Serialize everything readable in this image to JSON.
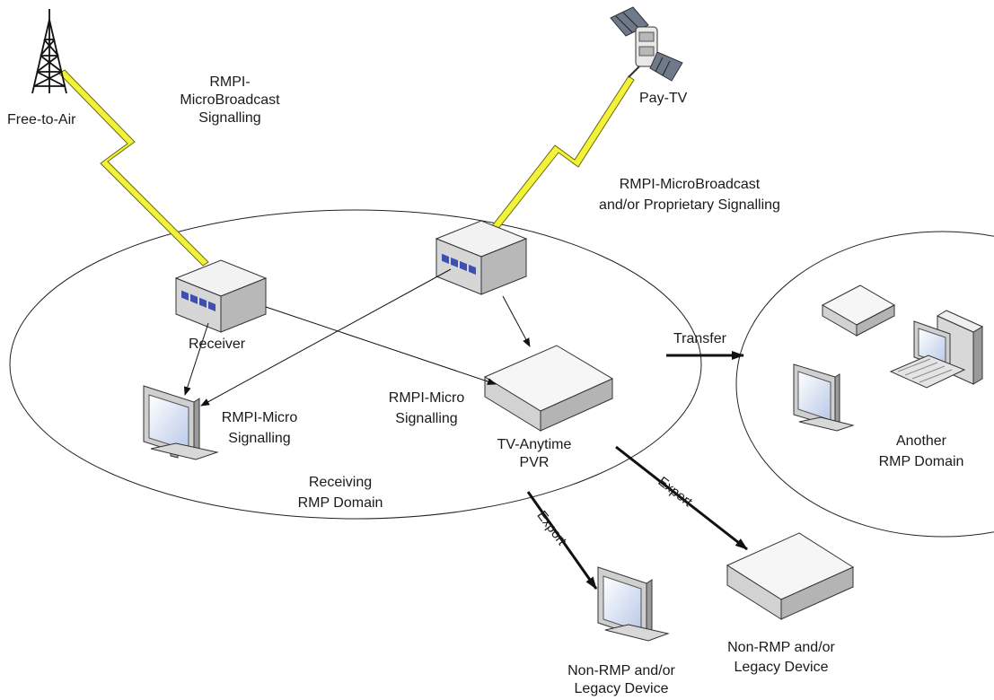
{
  "labels": {
    "free_to_air": "Free-to-Air",
    "rmpi_microbroadcast_signalling": [
      "RMPI-",
      "MicroBroadcast",
      "Signalling"
    ],
    "pay_tv": "Pay-TV",
    "rmpi_microbroadcast_proprietary": [
      "RMPI-MicroBroadcast",
      "and/or Proprietary Signalling"
    ],
    "receiver": "Receiver",
    "rmpi_micro_signalling_left": [
      "RMPI-Micro",
      "Signalling"
    ],
    "rmpi_micro_signalling_center": [
      "RMPI-Micro",
      "Signalling"
    ],
    "tv_anytime_pvr": [
      "TV-Anytime",
      "PVR"
    ],
    "receiving_domain": [
      "Receiving",
      "RMP Domain"
    ],
    "transfer": "Transfer",
    "another_domain": [
      "Another",
      "RMP Domain"
    ],
    "export_left": "Export",
    "export_right": "Export",
    "non_rmp_bottom": [
      "Non-RMP and/or",
      "Legacy Device"
    ],
    "non_rmp_right": [
      "Non-RMP and/or",
      "Legacy Device"
    ]
  },
  "icons": [
    "antenna-tower-icon",
    "satellite-icon",
    "set-top-box-icon",
    "monitor-icon",
    "pvr-box-icon",
    "desktop-computer-icon",
    "lightning-bolt-icon"
  ]
}
